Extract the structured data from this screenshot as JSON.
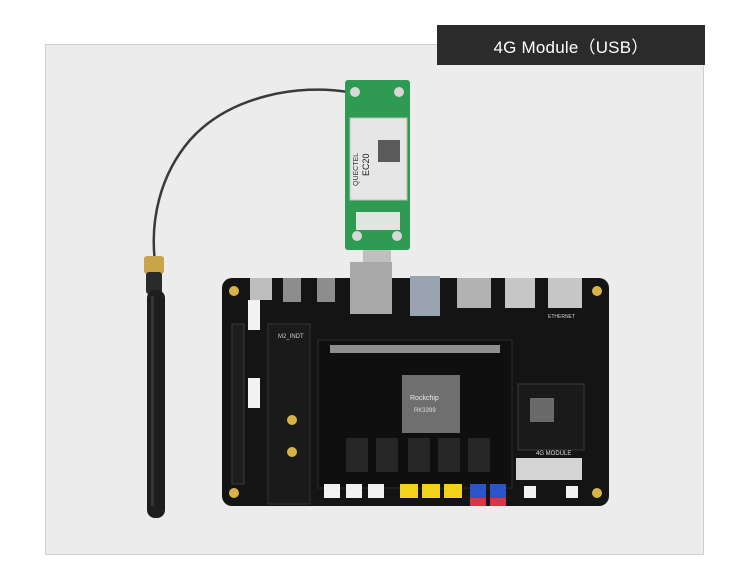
{
  "header": {
    "title": "4G Module（USB）"
  },
  "module": {
    "brand": "QUECTEL",
    "model": "EC20"
  },
  "board": {
    "chip_brand": "Rockchip",
    "chip_model": "RK3399",
    "labels": {
      "module_slot": "4G MODULE",
      "ethernet": "ETHERNET",
      "slot_a": "M2_INDT"
    }
  },
  "colors": {
    "pcb_green": "#2f9a52",
    "board_black": "#141414",
    "title_bg": "#2b2b2b",
    "connector_yellow": "#f3d21a",
    "connector_blue": "#2a54c8",
    "connector_red": "#d9363e",
    "connector_white": "#f2f2f2"
  }
}
